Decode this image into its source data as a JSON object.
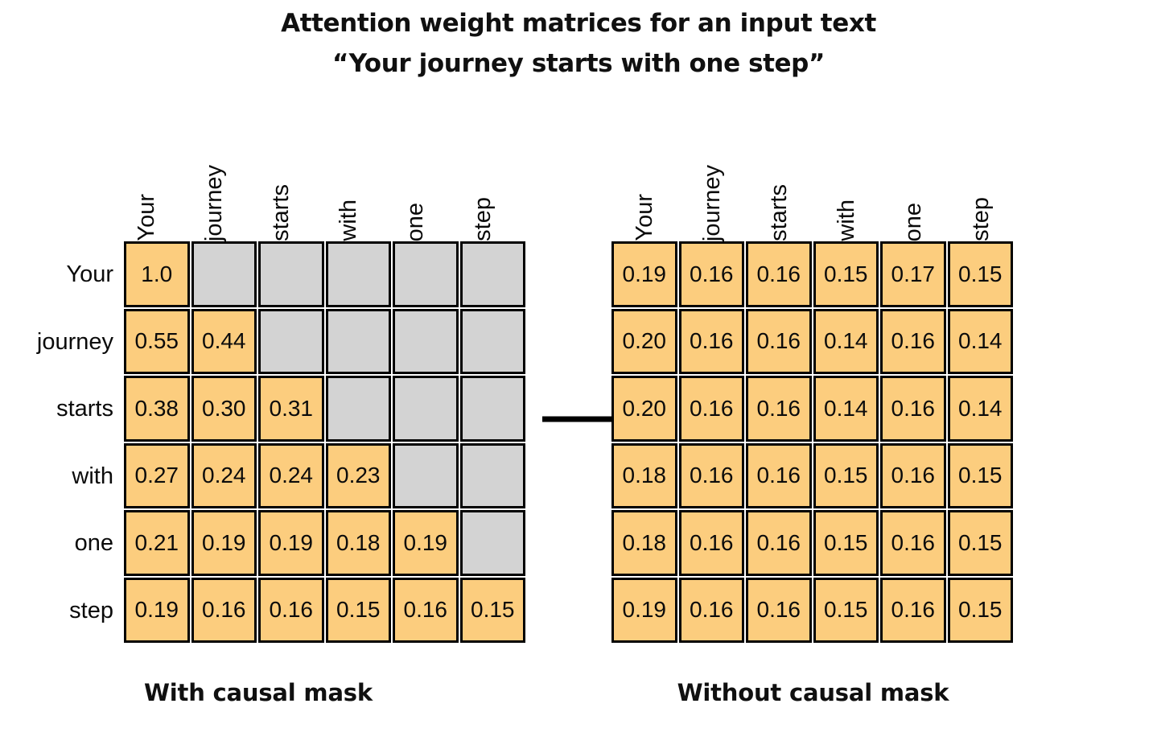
{
  "title": {
    "line1": "Attention weight matrices for an input text",
    "line2": "“Your journey starts with one step”"
  },
  "tokens": [
    "Your",
    "journey",
    "starts",
    "with",
    "one",
    "step"
  ],
  "colors": {
    "cell_fill": "#fccd7e",
    "cell_masked": "#d3d3d3",
    "cell_border": "#000000",
    "text": "#0b0b0b",
    "arrow": "#000000",
    "background": "#ffffff"
  },
  "arrow": {
    "name": "transform-arrow",
    "direction": "right"
  },
  "matrices": [
    {
      "id": "with-causal-mask",
      "caption": "With causal mask",
      "masked": true,
      "col_headers": [
        "Your",
        "journey",
        "starts",
        "with",
        "one",
        "step"
      ],
      "row_labels": [
        "Your",
        "journey",
        "starts",
        "with",
        "one",
        "step"
      ],
      "show_row_labels": true,
      "rows": [
        [
          "1.0",
          "",
          "",
          "",
          "",
          ""
        ],
        [
          "0.55",
          "0.44",
          "",
          "",
          "",
          ""
        ],
        [
          "0.38",
          "0.30",
          "0.31",
          "",
          "",
          ""
        ],
        [
          "0.27",
          "0.24",
          "0.24",
          "0.23",
          "",
          ""
        ],
        [
          "0.21",
          "0.19",
          "0.19",
          "0.18",
          "0.19",
          ""
        ],
        [
          "0.19",
          "0.16",
          "0.16",
          "0.15",
          "0.16",
          "0.15"
        ]
      ]
    },
    {
      "id": "without-causal-mask",
      "caption": "Without causal mask",
      "masked": false,
      "col_headers": [
        "Your",
        "journey",
        "starts",
        "with",
        "one",
        "step"
      ],
      "row_labels": [
        "Your",
        "journey",
        "starts",
        "with",
        "one",
        "step"
      ],
      "show_row_labels": false,
      "rows": [
        [
          "0.19",
          "0.16",
          "0.16",
          "0.15",
          "0.17",
          "0.15"
        ],
        [
          "0.20",
          "0.16",
          "0.16",
          "0.14",
          "0.16",
          "0.14"
        ],
        [
          "0.20",
          "0.16",
          "0.16",
          "0.14",
          "0.16",
          "0.14"
        ],
        [
          "0.18",
          "0.16",
          "0.16",
          "0.15",
          "0.16",
          "0.15"
        ],
        [
          "0.18",
          "0.16",
          "0.16",
          "0.15",
          "0.16",
          "0.15"
        ],
        [
          "0.19",
          "0.16",
          "0.16",
          "0.15",
          "0.16",
          "0.15"
        ]
      ]
    }
  ],
  "chart_data": {
    "type": "heatmap",
    "title": "Attention weight matrices for an input text “Your journey starts with one step”",
    "xlabel": "",
    "ylabel": "",
    "categories_x": [
      "Your",
      "journey",
      "starts",
      "with",
      "one",
      "step"
    ],
    "categories_y": [
      "Your",
      "journey",
      "starts",
      "with",
      "one",
      "step"
    ],
    "grid": false,
    "legend": "none",
    "panels": [
      {
        "name": "With causal mask",
        "values": [
          [
            1.0,
            null,
            null,
            null,
            null,
            null
          ],
          [
            0.55,
            0.44,
            null,
            null,
            null,
            null
          ],
          [
            0.38,
            0.3,
            0.31,
            null,
            null,
            null
          ],
          [
            0.27,
            0.24,
            0.24,
            0.23,
            null,
            null
          ],
          [
            0.21,
            0.19,
            0.19,
            0.18,
            0.19,
            null
          ],
          [
            0.19,
            0.16,
            0.16,
            0.15,
            0.16,
            0.15
          ]
        ]
      },
      {
        "name": "Without causal mask",
        "values": [
          [
            0.19,
            0.16,
            0.16,
            0.15,
            0.17,
            0.15
          ],
          [
            0.2,
            0.16,
            0.16,
            0.14,
            0.16,
            0.14
          ],
          [
            0.2,
            0.16,
            0.16,
            0.14,
            0.16,
            0.14
          ],
          [
            0.18,
            0.16,
            0.16,
            0.15,
            0.16,
            0.15
          ],
          [
            0.18,
            0.16,
            0.16,
            0.15,
            0.16,
            0.15
          ],
          [
            0.19,
            0.16,
            0.16,
            0.15,
            0.16,
            0.15
          ]
        ]
      }
    ]
  }
}
